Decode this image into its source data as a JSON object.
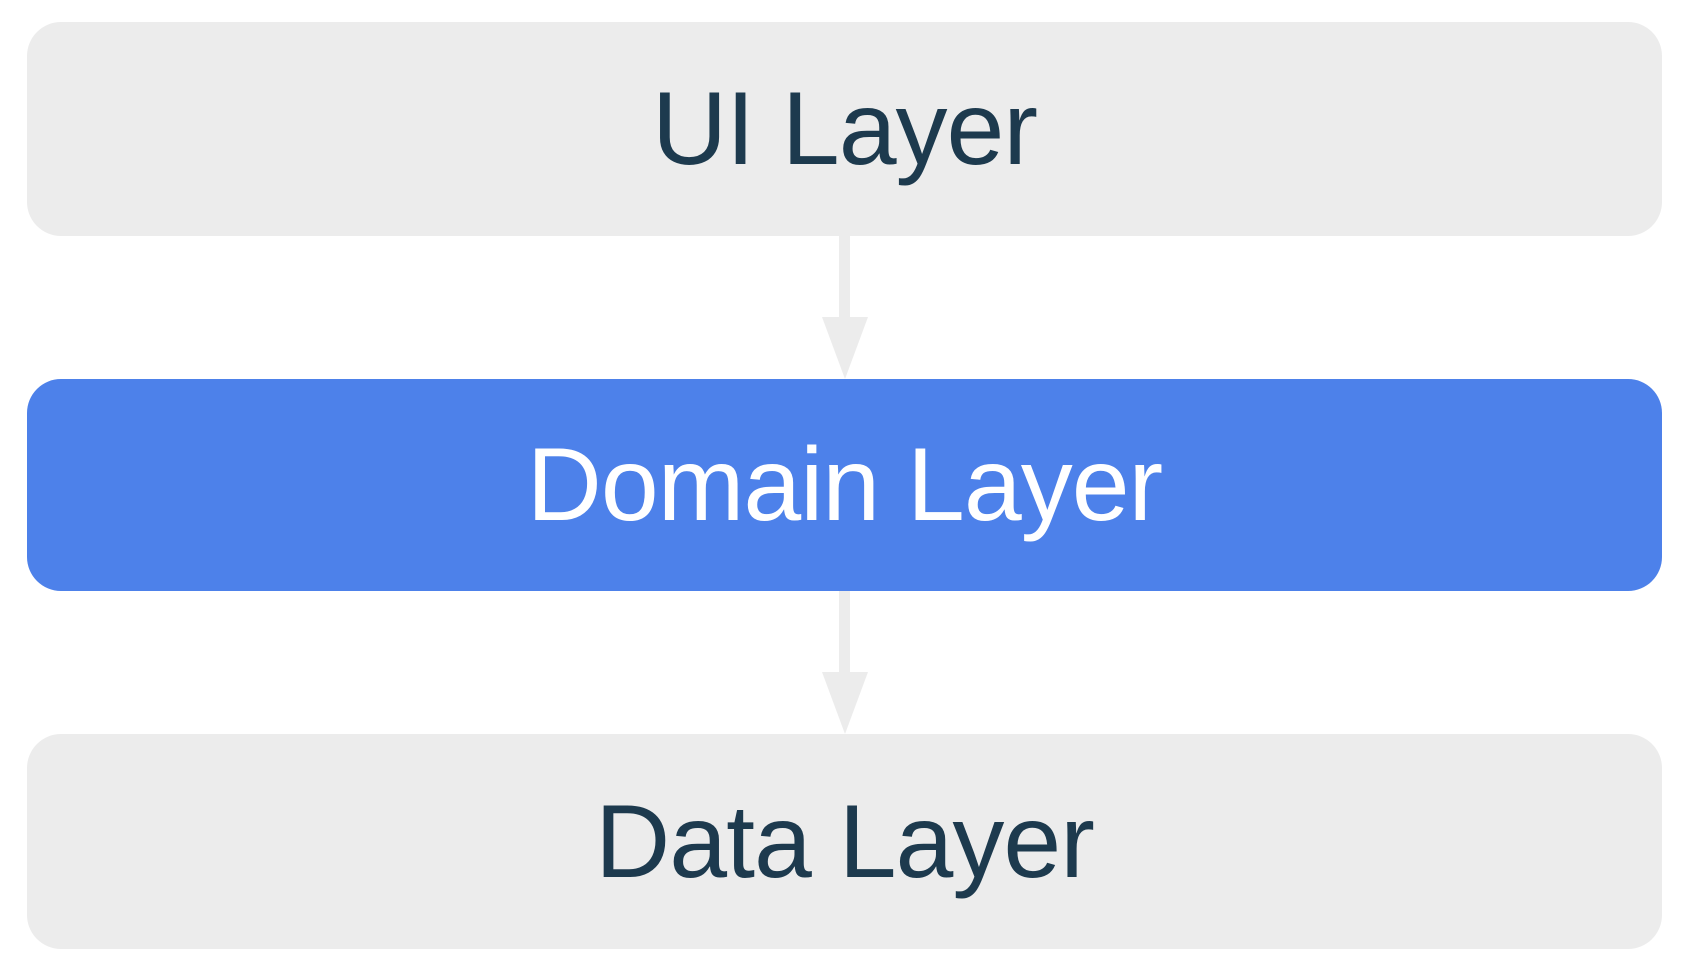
{
  "diagram": {
    "title": "app-architecture-layers",
    "layers": [
      {
        "id": "ui",
        "label": "UI Layer",
        "emphasis": false
      },
      {
        "id": "domain",
        "label": "Domain Layer",
        "emphasis": true
      },
      {
        "id": "data",
        "label": "Data Layer",
        "emphasis": false
      }
    ],
    "connections": [
      {
        "from": "UI Layer",
        "to": "Domain Layer",
        "direction": "down"
      },
      {
        "from": "Domain Layer",
        "to": "Data Layer",
        "direction": "down"
      }
    ],
    "colors": {
      "layer_gray": "#ececec",
      "layer_blue": "#4d81ea",
      "text_dark": "#1d3a4e",
      "text_light": "#ffffff",
      "arrow_gray": "#ececec",
      "background": "#ffffff"
    }
  }
}
